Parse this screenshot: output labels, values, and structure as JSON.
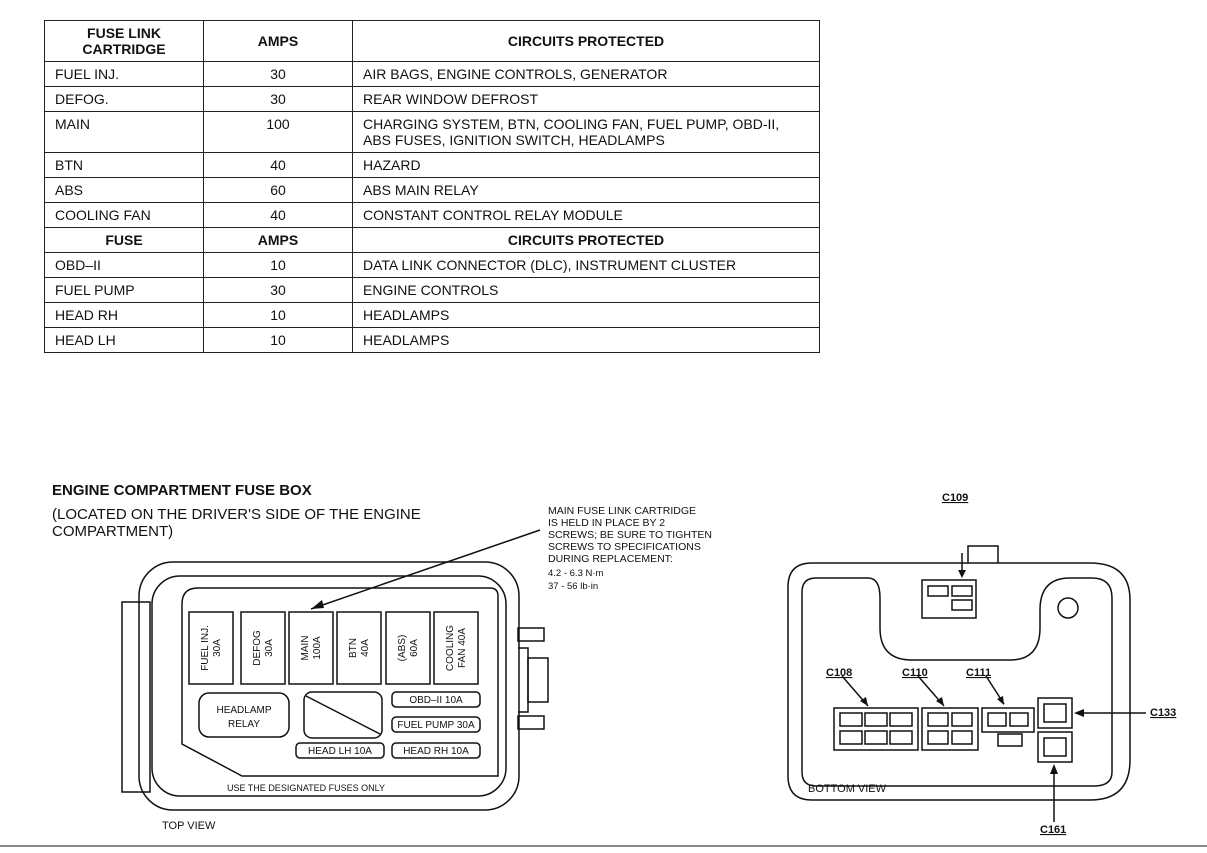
{
  "table": {
    "header1": [
      "FUSE LINK CARTRIDGE",
      "AMPS",
      "CIRCUITS PROTECTED"
    ],
    "rows1": [
      [
        "FUEL INJ.",
        "30",
        "AIR BAGS, ENGINE CONTROLS, GENERATOR"
      ],
      [
        "DEFOG.",
        "30",
        "REAR WINDOW DEFROST"
      ],
      [
        "MAIN",
        "100",
        "CHARGING SYSTEM, BTN, COOLING FAN, FUEL PUMP, OBD-II, ABS FUSES, IGNITION SWITCH, HEADLAMPS"
      ],
      [
        "BTN",
        "40",
        "HAZARD"
      ],
      [
        "ABS",
        "60",
        "ABS MAIN RELAY"
      ],
      [
        "COOLING FAN",
        "40",
        "CONSTANT CONTROL RELAY MODULE"
      ]
    ],
    "header2": [
      "FUSE",
      "AMPS",
      "CIRCUITS PROTECTED"
    ],
    "rows2": [
      [
        "OBD–II",
        "10",
        "DATA LINK CONNECTOR (DLC), INSTRUMENT CLUSTER"
      ],
      [
        "FUEL PUMP",
        "30",
        "ENGINE CONTROLS"
      ],
      [
        "HEAD RH",
        "10",
        "HEADLAMPS"
      ],
      [
        "HEAD LH",
        "10",
        "HEADLAMPS"
      ]
    ]
  },
  "diagram": {
    "title": "ENGINE COMPARTMENT FUSE BOX",
    "location": "(LOCATED ON THE DRIVER'S SIDE OF THE ENGINE\nCOMPARTMENT)",
    "note": [
      "MAIN FUSE LINK CARTRIDGE",
      "IS HELD IN PLACE BY 2",
      "SCREWS; BE SURE TO TIGHTEN",
      "SCREWS TO SPECIFICATIONS",
      "DURING REPLACEMENT:",
      "4.2 - 6.3 N·m",
      "37 - 56 lb·in"
    ],
    "cartridges": [
      [
        "FUEL INJ.",
        "30A"
      ],
      [
        "DEFOG",
        "30A"
      ],
      [
        "MAIN",
        "100A"
      ],
      [
        "BTN",
        "40A"
      ],
      [
        "(ABS)",
        "60A"
      ],
      [
        "COOLING",
        "FAN 40A"
      ]
    ],
    "relay": [
      "HEADLAMP",
      "RELAY"
    ],
    "fuses": {
      "obd": "OBD–II 10A",
      "fuel_pump": "FUEL PUMP 30A",
      "head_lh": "HEAD LH 10A",
      "head_rh": "HEAD RH 10A"
    },
    "designated": "USE THE DESIGNATED FUSES ONLY",
    "top_view": "TOP VIEW",
    "bottom_view": "BOTTOM VIEW",
    "connectors": {
      "c109": "C109",
      "c108": "C108",
      "c110": "C110",
      "c111": "C111",
      "c133": "C133",
      "c161": "C161"
    }
  }
}
